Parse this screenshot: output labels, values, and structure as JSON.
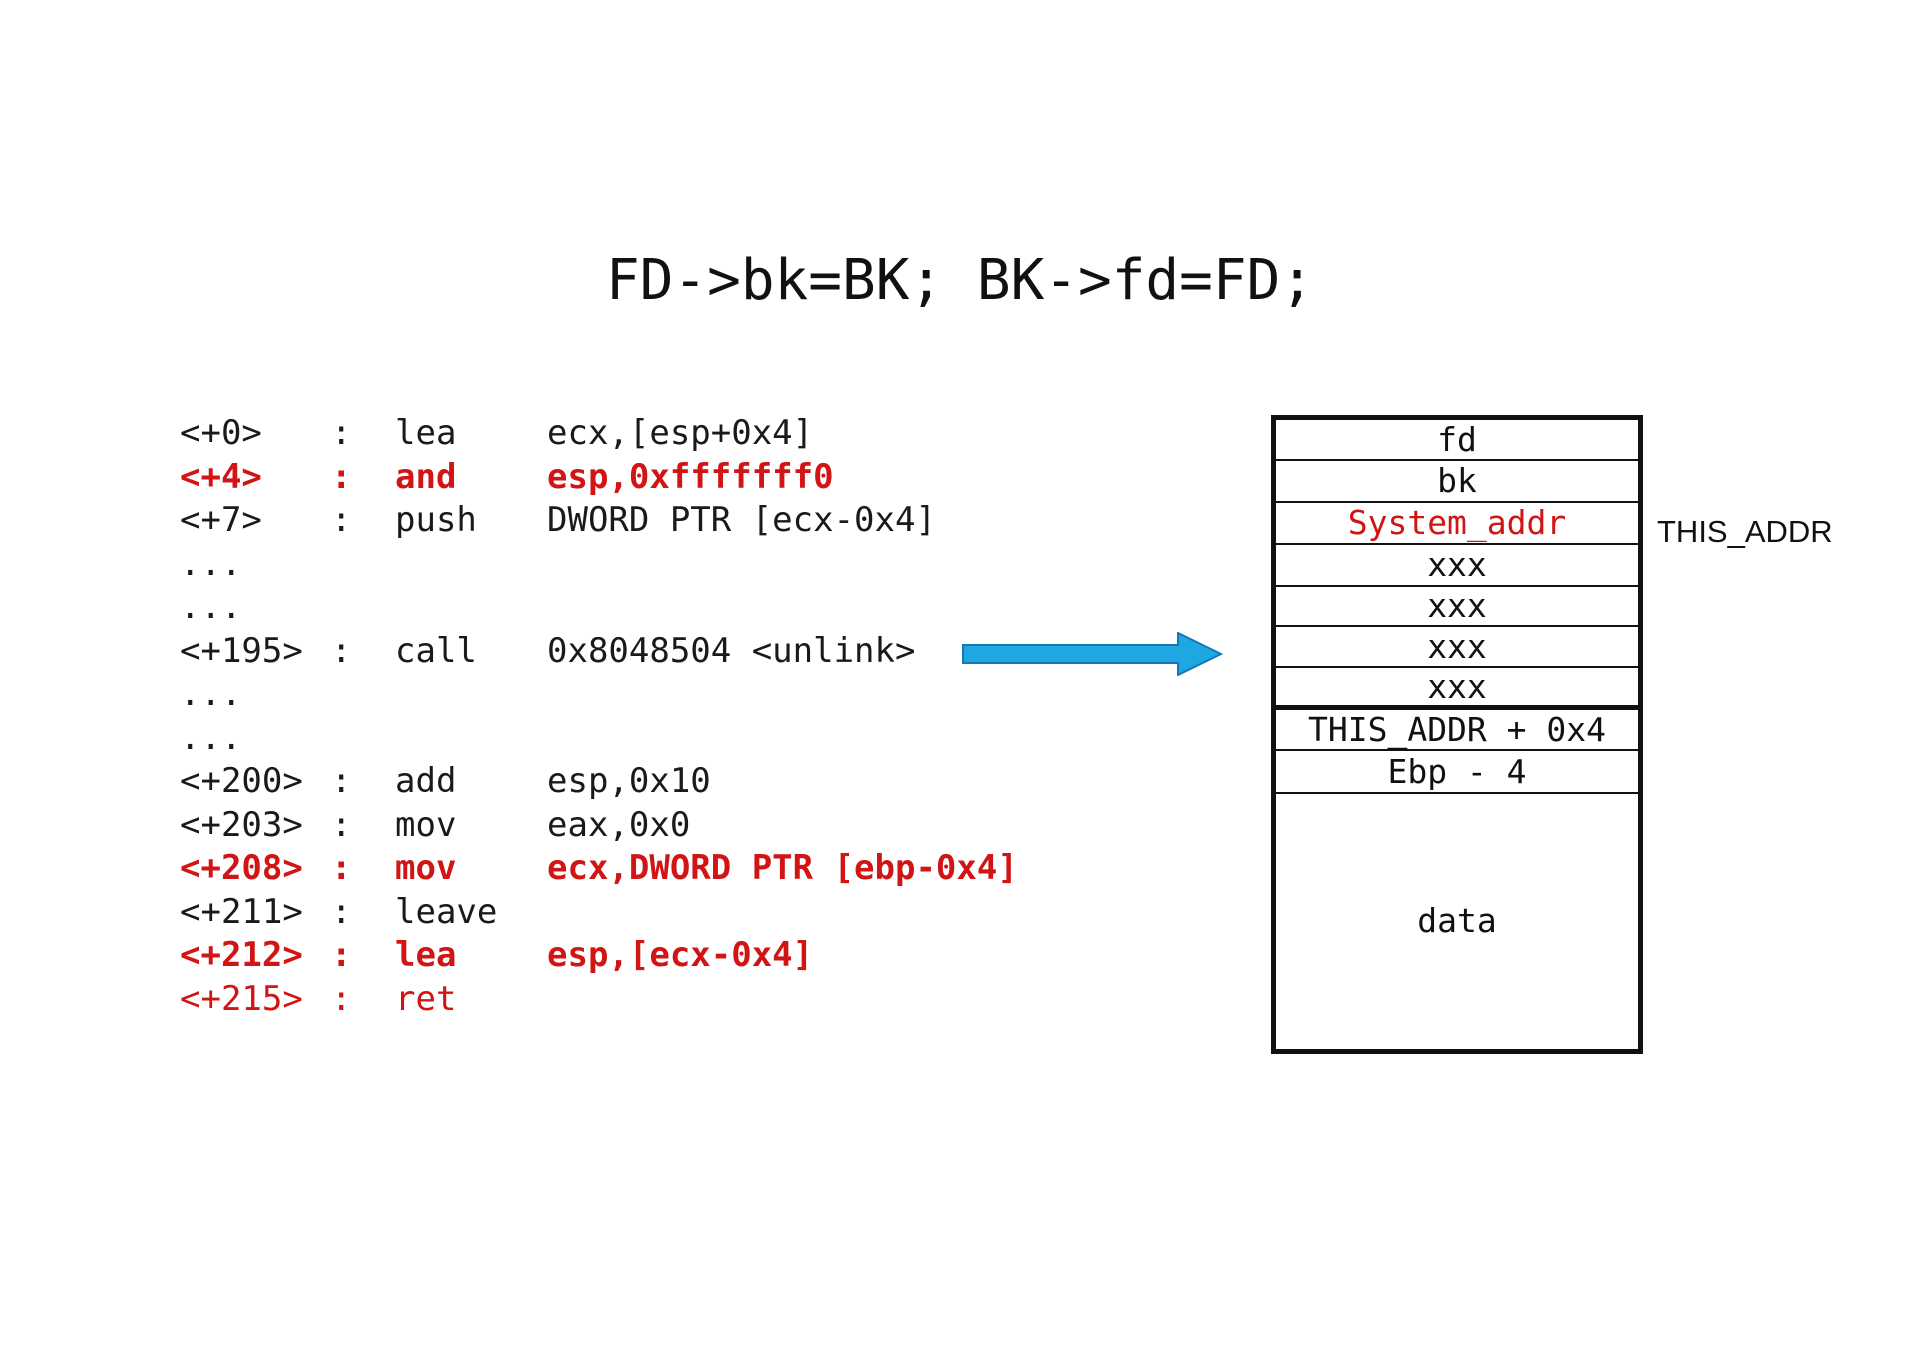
{
  "title": "FD->bk=BK; BK->fd=FD;",
  "asm_rows": [
    {
      "offset": "<+0>",
      "sep": ":",
      "mnemonic": "lea",
      "operands": "ecx,[esp+0x4]",
      "style": "normal"
    },
    {
      "offset": "<+4>",
      "sep": ":",
      "mnemonic": "and",
      "operands": "esp,0xfffffff0",
      "style": "bold-red"
    },
    {
      "offset": "<+7>",
      "sep": ":",
      "mnemonic": "push",
      "operands": "DWORD PTR [ecx-0x4]",
      "style": "normal"
    },
    {
      "offset": "...",
      "sep": "",
      "mnemonic": "",
      "operands": "",
      "style": "normal"
    },
    {
      "offset": "...",
      "sep": "",
      "mnemonic": "",
      "operands": "",
      "style": "normal"
    },
    {
      "offset": "<+195>",
      "sep": ":",
      "mnemonic": "call",
      "operands": "0x8048504 <unlink>",
      "style": "normal"
    },
    {
      "offset": "...",
      "sep": "",
      "mnemonic": "",
      "operands": "",
      "style": "normal"
    },
    {
      "offset": "...",
      "sep": "",
      "mnemonic": "",
      "operands": "",
      "style": "normal"
    },
    {
      "offset": "<+200>",
      "sep": ":",
      "mnemonic": "add",
      "operands": "esp,0x10",
      "style": "normal"
    },
    {
      "offset": "<+203>",
      "sep": ":",
      "mnemonic": "mov",
      "operands": "eax,0x0",
      "style": "normal"
    },
    {
      "offset": "<+208>",
      "sep": ":",
      "mnemonic": "mov",
      "operands": "ecx,DWORD PTR [ebp-0x4]",
      "style": "bold-red"
    },
    {
      "offset": "<+211>",
      "sep": ":",
      "mnemonic": "leave",
      "operands": "",
      "style": "normal"
    },
    {
      "offset": "<+212>",
      "sep": ":",
      "mnemonic": "lea",
      "operands": "esp,[ecx-0x4]",
      "style": "bold-red"
    },
    {
      "offset": "<+215>",
      "sep": ":",
      "mnemonic": "ret",
      "operands": "",
      "style": "red"
    }
  ],
  "stack_cells": [
    {
      "text": "fd",
      "color": "#111111"
    },
    {
      "text": "bk",
      "color": "#111111"
    },
    {
      "text": "System_addr",
      "color": "#d11414"
    },
    {
      "text": "xxx",
      "color": "#111111"
    },
    {
      "text": "xxx",
      "color": "#111111"
    },
    {
      "text": "xxx",
      "color": "#111111"
    },
    {
      "text": "xxx",
      "color": "#111111"
    },
    {
      "text": "THIS_ADDR + 0x4",
      "color": "#111111"
    },
    {
      "text": "Ebp - 4",
      "color": "#111111"
    },
    {
      "text": "data",
      "color": "#111111"
    }
  ],
  "side_label": "THIS_ADDR",
  "colors": {
    "highlight": "#d11414",
    "arrow": "#1ea7e1",
    "arrow_stroke": "#1577b8"
  }
}
